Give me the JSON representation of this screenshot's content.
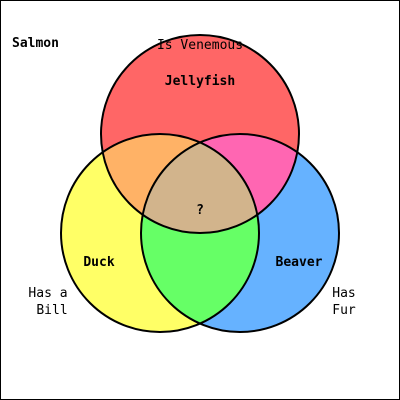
{
  "outside_label": "Salmon",
  "sets": [
    {
      "id": "venomous",
      "category": "Is Venemous",
      "animal": "Jellyfish",
      "color": "#ff6666"
    },
    {
      "id": "bill",
      "category_lines": [
        "Has a",
        "Bill"
      ],
      "animal": "Duck",
      "color": "#ffff66"
    },
    {
      "id": "fur",
      "category_lines": [
        "Has",
        "Fur"
      ],
      "animal": "Beaver",
      "color": "#66b2ff"
    }
  ],
  "overlap_colors": {
    "venomous_bill": "#ffb266",
    "venomous_fur": "#ff66b2",
    "bill_fur": "#66ff66",
    "all_three": "#d2b48c"
  },
  "center_label": "?"
}
